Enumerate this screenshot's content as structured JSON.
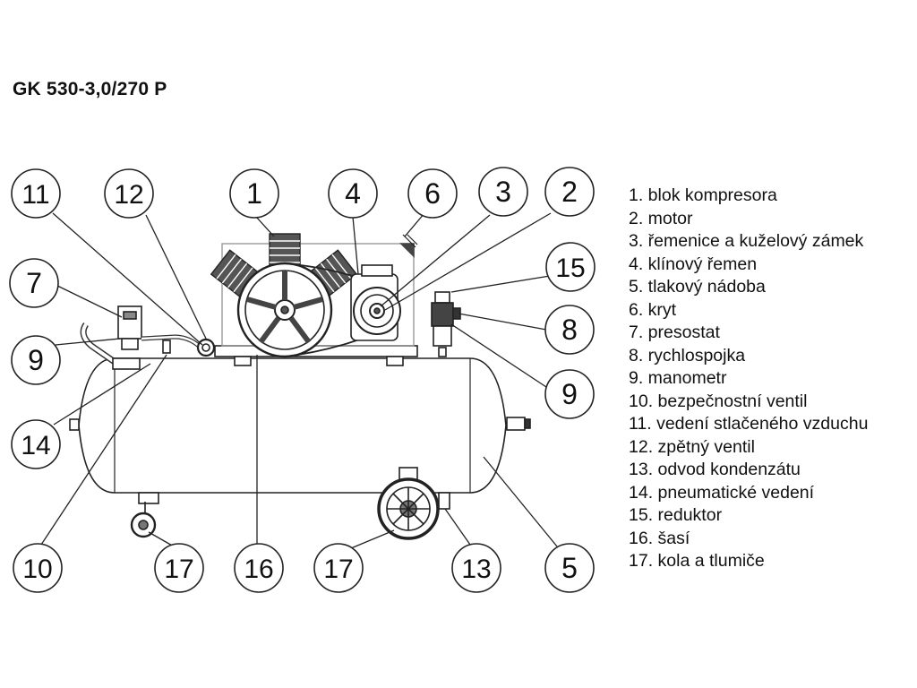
{
  "title": "GK 530-3,0/270 P",
  "legend": [
    "1. blok kompresora",
    "2. motor",
    "3. řemenice a kuželový zámek",
    "4. klínový řemen",
    "5. tlakový nádoba",
    "6. kryt",
    "7. presostat",
    "8. rychlospojka",
    "9. manometr",
    "10. bezpečnostní ventil",
    "11. vedení stlačeného vzduchu",
    "12. zpětný ventil",
    "13. odvod kondenzátu",
    "14. pneumatické vedení",
    "15. reduktor",
    "16. šasí",
    "17. kola a tlumiče"
  ],
  "callouts": [
    "11",
    "12",
    "1",
    "4",
    "6",
    "3",
    "2",
    "15",
    "7",
    "8",
    "9",
    "9",
    "14",
    "10",
    "17",
    "16",
    "17",
    "13",
    "5"
  ]
}
